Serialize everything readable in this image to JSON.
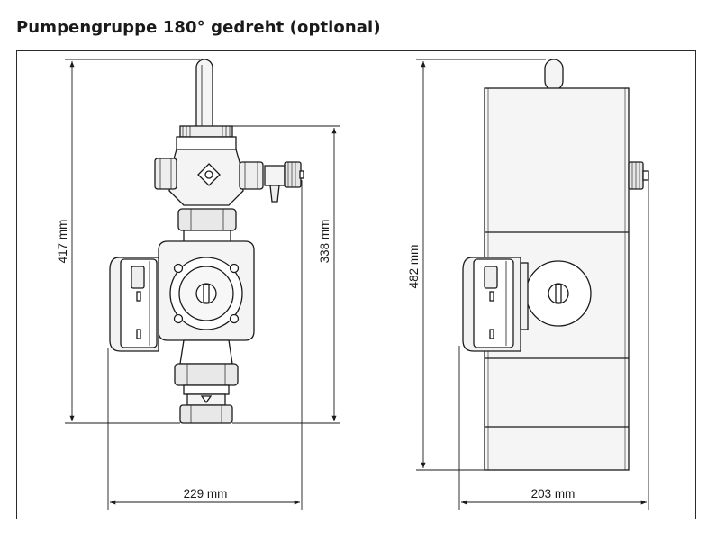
{
  "title": "Pumpengruppe 180° gedreht (optional)",
  "front_view": {
    "height_total": "417 mm",
    "height_connection": "338 mm",
    "width": "229 mm"
  },
  "side_view": {
    "height_total": "482 mm",
    "width": "203 mm"
  },
  "colors": {
    "line": "#1a1a1a",
    "fill_light": "#f2f2f2",
    "fill_mid": "#d9d9d9"
  }
}
